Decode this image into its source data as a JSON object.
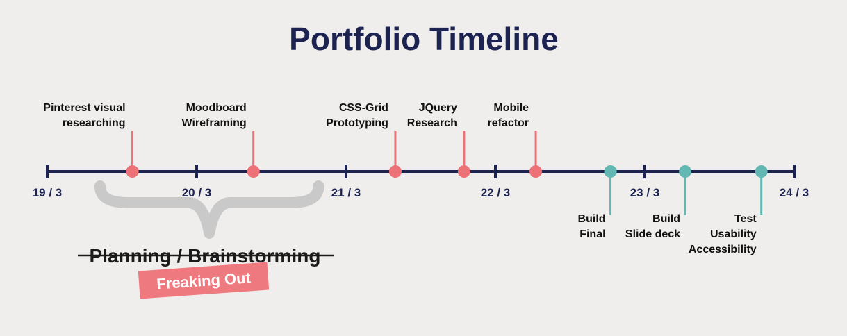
{
  "title": "Portfolio Timeline",
  "colors": {
    "background": "#f0eeec",
    "axis": "#1c2350",
    "pink": "#ec7278",
    "teal": "#64b8b3",
    "brace": "#c9c9c9",
    "sticker_bg": "#ee7a80",
    "sticker_text": "#ffffff"
  },
  "ticks": [
    "19 / 3",
    "20 / 3",
    "21 / 3",
    "22 / 3",
    "23 / 3",
    "24 / 3"
  ],
  "events_above": [
    {
      "lines": [
        "Pinterest visual",
        "researching"
      ],
      "pos": 0.57
    },
    {
      "lines": [
        "Moodboard",
        "Wireframing"
      ],
      "pos": 1.38
    },
    {
      "lines": [
        "CSS-Grid",
        "Prototyping"
      ],
      "pos": 2.33
    },
    {
      "lines": [
        "JQuery",
        "Research"
      ],
      "pos": 2.79
    },
    {
      "lines": [
        "Mobile",
        "refactor"
      ],
      "pos": 3.27
    }
  ],
  "events_below": [
    {
      "lines": [
        "Build",
        "Final"
      ],
      "pos": 3.77
    },
    {
      "lines": [
        "Build",
        "Slide deck"
      ],
      "pos": 4.27
    },
    {
      "lines": [
        "Test",
        "Usability",
        "Accessibility"
      ],
      "pos": 4.78
    }
  ],
  "phase": {
    "label": "Planning / Brainstorming",
    "start": 0.33,
    "end": 1.83,
    "struck": true
  },
  "sticker": {
    "label": "Freaking Out"
  }
}
